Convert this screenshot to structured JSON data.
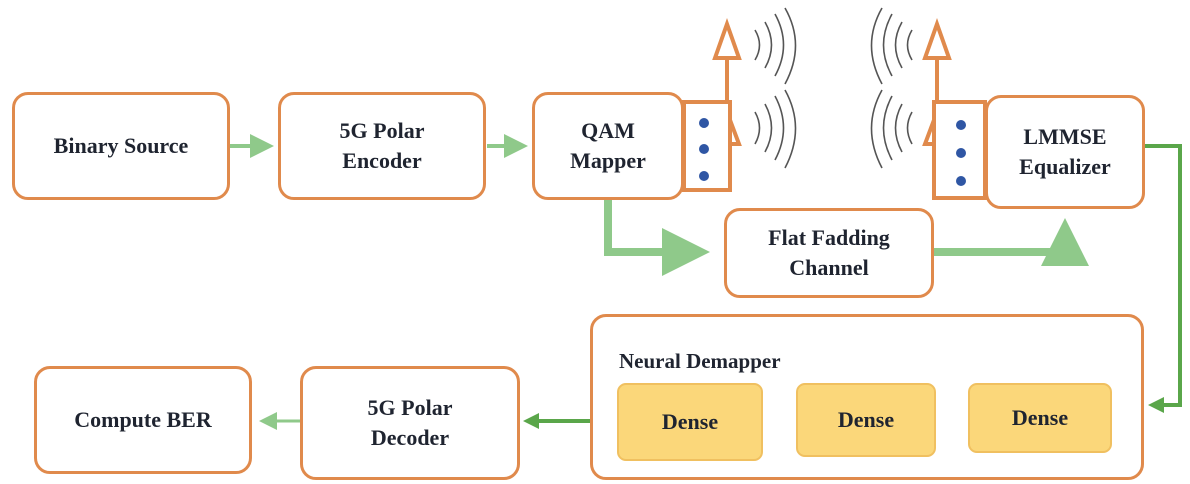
{
  "blocks": {
    "binary_source": "Binary Source",
    "polar_encoder": "5G Polar\nEncoder",
    "qam_mapper": "QAM\nMapper",
    "flat_fading": "Flat Fadding\nChannel",
    "lmmse": "LMMSE\nEqualizer",
    "neural_demapper": "Neural Demapper",
    "dense_1": "Dense",
    "dense_2": "Dense",
    "dense_3": "Dense",
    "polar_decoder": "5G Polar\nDecoder",
    "compute_ber": "Compute BER"
  },
  "colors": {
    "box_border": "#e08a4c",
    "arrow": "#8fc98a",
    "arrow_dark": "#5aa64a",
    "dense_fill": "#fbd77a",
    "dot": "#2f56a4"
  }
}
